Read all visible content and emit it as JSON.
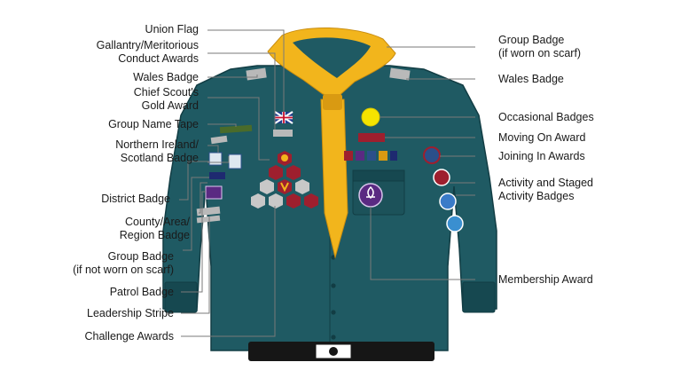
{
  "left_labels": {
    "union_flag": [
      "Union Flag"
    ],
    "gallantry": [
      "Gallantry/Meritorious",
      "Conduct Awards"
    ],
    "wales_badge": [
      "Wales Badge"
    ],
    "chief_scout": [
      "Chief Scout's",
      "Gold Award"
    ],
    "group_name_tape": [
      "Group Name Tape"
    ],
    "ni_scotland": [
      "Northern Ireland/",
      "Scotland Badge"
    ],
    "district_badge": [
      "District Badge"
    ],
    "county_area": [
      "County/Area/",
      "Region Badge"
    ],
    "group_badge_not_scarf": [
      "Group Badge",
      "(if not worn on scarf)"
    ],
    "patrol_badge": [
      "Patrol Badge"
    ],
    "leadership_stripe": [
      "Leadership Stripe"
    ],
    "challenge_awards": [
      "Challenge Awards"
    ]
  },
  "right_labels": {
    "group_badge_scarf": [
      "Group Badge",
      "(if worn on scarf)"
    ],
    "wales_badge": [
      "Wales Badge"
    ],
    "occasional_badges": [
      "Occasional Badges"
    ],
    "moving_on": [
      "Moving On Award"
    ],
    "joining_in": [
      "Joining In Awards"
    ],
    "activity_staged": [
      "Activity and Staged",
      "Activity Badges"
    ],
    "membership_award": [
      "Membership Award"
    ]
  },
  "colors": {
    "shirt": "#1f5a63",
    "shirt_dark": "#164850",
    "scarf": "#f2b51c",
    "scarf_dark": "#d99a12",
    "belt": "#161616",
    "leader_line": "#7a7a7a",
    "badge_grey": "#b9b9b9",
    "badge_red": "#9e1f2e",
    "badge_purple": "#5a2a82",
    "occasional_yellow": "#f5e400"
  }
}
